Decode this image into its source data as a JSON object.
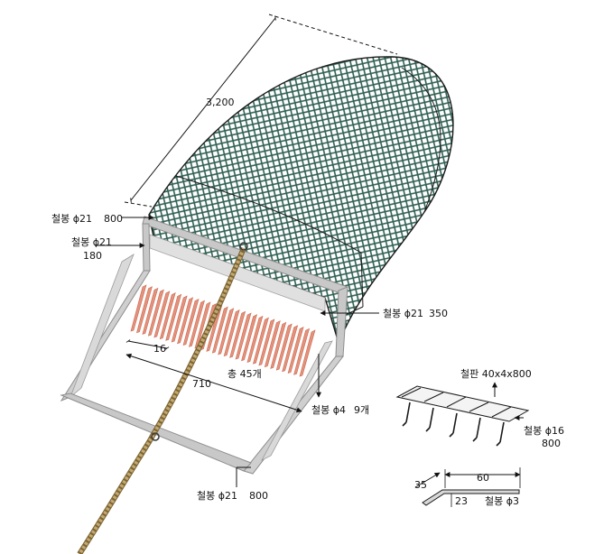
{
  "dimensions": {
    "net_length": "3,200",
    "tooth_pitch": "16",
    "tooth_row_width": "710",
    "teeth_total": "총 45개",
    "tooth_height": "35",
    "tooth_length": "60",
    "tooth_bend": "23"
  },
  "labels": {
    "top_bar": {
      "material": "철봉 ϕ21",
      "size": "800"
    },
    "side_bar": {
      "material": "철봉 ϕ21",
      "size": "180"
    },
    "right_bar": {
      "material": "철봉 ϕ21",
      "size": "350"
    },
    "rods": {
      "material": "철봉 ϕ4",
      "size": "9개"
    },
    "bottom_bar": {
      "material": "철봉 ϕ21",
      "size": "800"
    },
    "plate": "철판 40x4x800",
    "rake_bar": {
      "material": "철봉 ϕ16",
      "size": "800"
    },
    "tooth_rod": "철봉 ϕ3"
  },
  "colors": {
    "net": "#2f5f52",
    "frame": "#bdbdbd",
    "frame_edge": "#8d8d8d",
    "teeth": "#e4927c",
    "rope": "#c4a86e"
  }
}
